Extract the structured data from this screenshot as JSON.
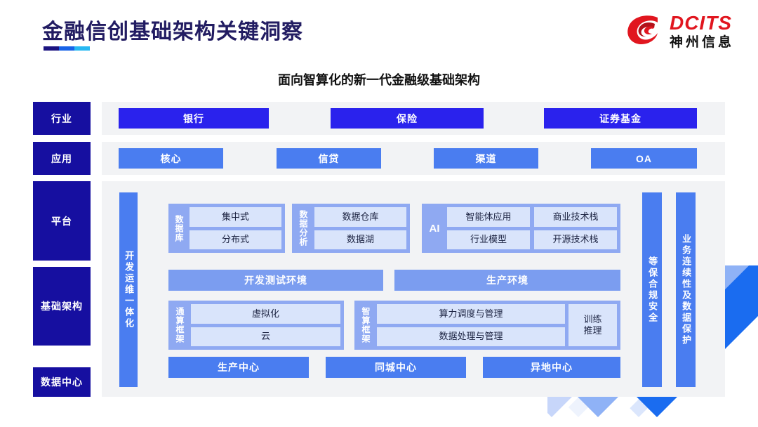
{
  "header": {
    "title": "金融信创基础架构关键洞察",
    "logo": {
      "en": "DCITS",
      "cn": "神州信息",
      "mark": "dcits-swoosh-icon"
    },
    "colors": {
      "rule1": "#1b1380",
      "rule2": "#1763e8",
      "rule3": "#27b8f2",
      "brand_red": "#e1161f",
      "navy": "#160fa0"
    }
  },
  "subtitle": "面向智算化的新一代金融级基础架构",
  "layers": [
    {
      "name": "行业"
    },
    {
      "name": "应用"
    },
    {
      "name": "平台"
    },
    {
      "name": "基础架构"
    },
    {
      "name": "数据中心"
    }
  ],
  "industry": {
    "items": [
      "银行",
      "保险",
      "证券基金"
    ]
  },
  "application": {
    "items": [
      "核心",
      "信贷",
      "渠道",
      "OA"
    ]
  },
  "platform": {
    "devops_bar": "开发运维一体化",
    "database": {
      "label": "数据库",
      "items": [
        "集中式",
        "分布式"
      ]
    },
    "analytics": {
      "label": "数据分析",
      "items": [
        "数据仓库",
        "数据湖"
      ]
    },
    "ai": {
      "label": "AI",
      "items": [
        "智能体应用",
        "商业技术栈",
        "行业模型",
        "开源技术栈"
      ]
    },
    "environments": [
      "开发测试环境",
      "生产环境"
    ],
    "general_compute": {
      "label": "通算框架",
      "items": [
        "虚拟化",
        "云"
      ]
    },
    "intelligent_compute": {
      "label": "智算框架",
      "items": [
        "算力调度与管理",
        "数据处理与管理"
      ],
      "side": "训练\n推理"
    }
  },
  "data_center": {
    "items": [
      "生产中心",
      "同城中心",
      "异地中心"
    ]
  },
  "right_bars": [
    {
      "label": "等保合规安全"
    },
    {
      "label": "业务连续性及数据保护"
    }
  ]
}
